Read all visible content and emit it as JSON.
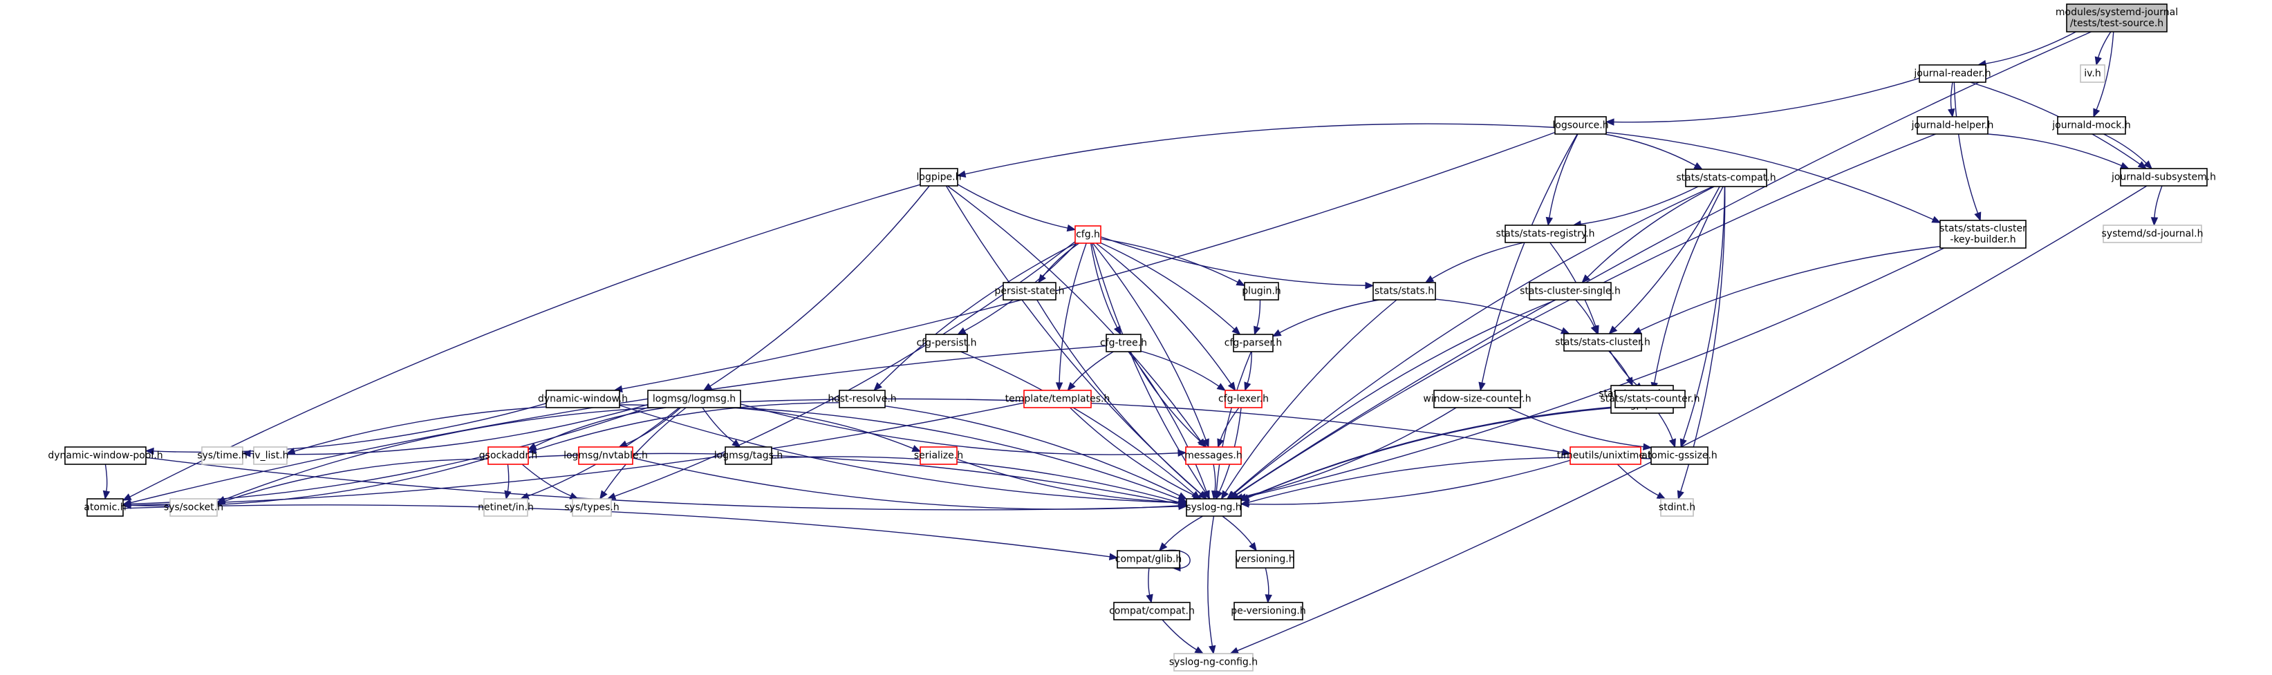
{
  "title": "modules/systemd-journal/tests/test-source.h include dependency graph",
  "legend": {
    "root_fill": "#bfbfbf",
    "normal_border": "#000000",
    "truncated_border": "#ff0000",
    "external_border": "#bfbfbf",
    "edge_color": "#191970"
  },
  "nodes": [
    {
      "id": "test_source",
      "label": [
        "modules/systemd-journal",
        "/tests/test-source.h"
      ],
      "kind": "root"
    },
    {
      "id": "journal_reader",
      "label": [
        "journal-reader.h"
      ],
      "kind": "normal"
    },
    {
      "id": "iv",
      "label": [
        "iv.h"
      ],
      "kind": "external"
    },
    {
      "id": "logsource",
      "label": [
        "logsource.h"
      ],
      "kind": "normal"
    },
    {
      "id": "journald_helper",
      "label": [
        "journald-helper.h"
      ],
      "kind": "normal"
    },
    {
      "id": "journald_mock",
      "label": [
        "journald-mock.h"
      ],
      "kind": "normal"
    },
    {
      "id": "logpipe",
      "label": [
        "logpipe.h"
      ],
      "kind": "normal"
    },
    {
      "id": "stats_compat",
      "label": [
        "stats/stats-compat.h"
      ],
      "kind": "normal"
    },
    {
      "id": "journald_subsystem",
      "label": [
        "journald-subsystem.h"
      ],
      "kind": "normal"
    },
    {
      "id": "cfg",
      "label": [
        "cfg.h"
      ],
      "kind": "truncated"
    },
    {
      "id": "stats_registry",
      "label": [
        "stats/stats-registry.h"
      ],
      "kind": "normal"
    },
    {
      "id": "stats_cluster_key_builder",
      "label": [
        "stats/stats-cluster",
        "-key-builder.h"
      ],
      "kind": "normal"
    },
    {
      "id": "sd_journal",
      "label": [
        "systemd/sd-journal.h"
      ],
      "kind": "external"
    },
    {
      "id": "persist_state",
      "label": [
        "persist-state.h"
      ],
      "kind": "normal"
    },
    {
      "id": "plugin",
      "label": [
        "plugin.h"
      ],
      "kind": "normal"
    },
    {
      "id": "stats_stats",
      "label": [
        "stats/stats.h"
      ],
      "kind": "normal"
    },
    {
      "id": "stats_cluster_single",
      "label": [
        "stats-cluster-single.h"
      ],
      "kind": "normal"
    },
    {
      "id": "cfg_persist",
      "label": [
        "cfg-persist.h"
      ],
      "kind": "normal"
    },
    {
      "id": "cfg_tree",
      "label": [
        "cfg-tree.h"
      ],
      "kind": "normal"
    },
    {
      "id": "cfg_parser",
      "label": [
        "cfg-parser.h"
      ],
      "kind": "normal"
    },
    {
      "id": "stats_cluster",
      "label": [
        "stats/stats-cluster.h"
      ],
      "kind": "normal"
    },
    {
      "id": "dynamic_window",
      "label": [
        "dynamic-window.h"
      ],
      "kind": "normal"
    },
    {
      "id": "logmsg",
      "label": [
        "logmsg/logmsg.h"
      ],
      "kind": "normal"
    },
    {
      "id": "host_resolve",
      "label": [
        "host-resolve.h"
      ],
      "kind": "normal"
    },
    {
      "id": "templates",
      "label": [
        "template/templates.h"
      ],
      "kind": "truncated"
    },
    {
      "id": "cfg_lexer",
      "label": [
        "cfg-lexer.h"
      ],
      "kind": "truncated"
    },
    {
      "id": "window_size_counter",
      "label": [
        "window-size-counter.h"
      ],
      "kind": "normal"
    },
    {
      "id": "stats_cluster_logpipe",
      "label": [
        "stats/stats-cluster",
        "-logpipe.h"
      ],
      "kind": "normal"
    },
    {
      "id": "stats_counter",
      "label": [
        "stats/stats-counter.h"
      ],
      "kind": "normal"
    },
    {
      "id": "dynamic_window_pool",
      "label": [
        "dynamic-window-pool.h"
      ],
      "kind": "normal"
    },
    {
      "id": "sys_time",
      "label": [
        "sys/time.h"
      ],
      "kind": "external"
    },
    {
      "id": "iv_list",
      "label": [
        "iv_list.h"
      ],
      "kind": "external"
    },
    {
      "id": "gsockaddr",
      "label": [
        "gsockaddr.h"
      ],
      "kind": "truncated"
    },
    {
      "id": "nvtable",
      "label": [
        "logmsg/nvtable.h"
      ],
      "kind": "truncated"
    },
    {
      "id": "tags",
      "label": [
        "logmsg/tags.h"
      ],
      "kind": "normal"
    },
    {
      "id": "serialize",
      "label": [
        "serialize.h"
      ],
      "kind": "truncated"
    },
    {
      "id": "messages",
      "label": [
        "messages.h"
      ],
      "kind": "truncated"
    },
    {
      "id": "unixtime",
      "label": [
        "timeutils/unixtime.h"
      ],
      "kind": "truncated"
    },
    {
      "id": "atomic_gssize",
      "label": [
        "atomic-gssize.h"
      ],
      "kind": "normal"
    },
    {
      "id": "atomic",
      "label": [
        "atomic.h"
      ],
      "kind": "normal"
    },
    {
      "id": "sys_socket",
      "label": [
        "sys/socket.h"
      ],
      "kind": "external"
    },
    {
      "id": "netinet_in",
      "label": [
        "netinet/in.h"
      ],
      "kind": "external"
    },
    {
      "id": "sys_types",
      "label": [
        "sys/types.h"
      ],
      "kind": "external"
    },
    {
      "id": "syslog_ng",
      "label": [
        "syslog-ng.h"
      ],
      "kind": "normal"
    },
    {
      "id": "stdint",
      "label": [
        "stdint.h"
      ],
      "kind": "external"
    },
    {
      "id": "compat_glib",
      "label": [
        "compat/glib.h"
      ],
      "kind": "normal"
    },
    {
      "id": "versioning",
      "label": [
        "versioning.h"
      ],
      "kind": "normal"
    },
    {
      "id": "compat_compat",
      "label": [
        "compat/compat.h"
      ],
      "kind": "normal"
    },
    {
      "id": "pe_versioning",
      "label": [
        "pe-versioning.h"
      ],
      "kind": "normal"
    },
    {
      "id": "syslog_ng_config",
      "label": [
        "syslog-ng-config.h"
      ],
      "kind": "external"
    }
  ],
  "edges": [
    [
      "test_source",
      "journal_reader"
    ],
    [
      "test_source",
      "iv"
    ],
    [
      "test_source",
      "journald_mock"
    ],
    [
      "test_source",
      "syslog_ng"
    ],
    [
      "journal_reader",
      "logsource"
    ],
    [
      "journal_reader",
      "journald_helper"
    ],
    [
      "journal_reader",
      "journald_subsystem"
    ],
    [
      "journal_reader",
      "stats_cluster_key_builder"
    ],
    [
      "journald_helper",
      "journald_subsystem"
    ],
    [
      "journald_helper",
      "syslog_ng"
    ],
    [
      "journald_mock",
      "journald_subsystem"
    ],
    [
      "journald_subsystem",
      "sd_journal"
    ],
    [
      "journald_subsystem",
      "syslog_ng_config"
    ],
    [
      "logsource",
      "logpipe"
    ],
    [
      "logsource",
      "stats_compat"
    ],
    [
      "logsource",
      "stats_registry"
    ],
    [
      "logsource",
      "stats_cluster_key_builder"
    ],
    [
      "logsource",
      "window_size_counter"
    ],
    [
      "logsource",
      "dynamic_window"
    ],
    [
      "logpipe",
      "cfg"
    ],
    [
      "logpipe",
      "logmsg"
    ],
    [
      "logpipe",
      "atomic"
    ],
    [
      "logpipe",
      "messages"
    ],
    [
      "logpipe",
      "syslog_ng"
    ],
    [
      "stats_compat",
      "stats_registry"
    ],
    [
      "stats_compat",
      "stats_cluster_single"
    ],
    [
      "stats_compat",
      "stats_cluster"
    ],
    [
      "stats_compat",
      "stats_counter"
    ],
    [
      "stats_compat",
      "atomic_gssize"
    ],
    [
      "stats_compat",
      "syslog_ng"
    ],
    [
      "stats_compat",
      "stdint"
    ],
    [
      "stats_registry",
      "stats_stats"
    ],
    [
      "stats_registry",
      "stats_cluster"
    ],
    [
      "stats_cluster_key_builder",
      "stats_cluster"
    ],
    [
      "stats_cluster_key_builder",
      "syslog_ng"
    ],
    [
      "cfg",
      "persist_state"
    ],
    [
      "cfg",
      "plugin"
    ],
    [
      "cfg",
      "stats_stats"
    ],
    [
      "cfg",
      "cfg_persist"
    ],
    [
      "cfg",
      "cfg_tree"
    ],
    [
      "cfg",
      "cfg_parser"
    ],
    [
      "cfg",
      "templates"
    ],
    [
      "cfg",
      "cfg_lexer"
    ],
    [
      "cfg",
      "host_resolve"
    ],
    [
      "cfg",
      "messages"
    ],
    [
      "cfg",
      "syslog_ng"
    ],
    [
      "cfg",
      "sys_types"
    ],
    [
      "persist_state",
      "syslog_ng"
    ],
    [
      "plugin",
      "cfg_parser"
    ],
    [
      "stats_stats",
      "cfg_parser"
    ],
    [
      "stats_stats",
      "stats_cluster"
    ],
    [
      "stats_stats",
      "syslog_ng"
    ],
    [
      "stats_cluster_single",
      "stats_cluster"
    ],
    [
      "stats_cluster_single",
      "syslog_ng"
    ],
    [
      "cfg_persist",
      "syslog_ng"
    ],
    [
      "cfg_tree",
      "templates"
    ],
    [
      "cfg_tree",
      "cfg_lexer"
    ],
    [
      "cfg_tree",
      "messages"
    ],
    [
      "cfg_tree",
      "syslog_ng"
    ],
    [
      "cfg_tree",
      "atomic"
    ],
    [
      "cfg_parser",
      "cfg_lexer"
    ],
    [
      "cfg_parser",
      "syslog_ng"
    ],
    [
      "stats_cluster",
      "stats_cluster_logpipe"
    ],
    [
      "stats_cluster",
      "stats_counter"
    ],
    [
      "dynamic_window",
      "dynamic_window_pool"
    ],
    [
      "dynamic_window",
      "syslog_ng"
    ],
    [
      "logmsg",
      "nvtable"
    ],
    [
      "logmsg",
      "tags"
    ],
    [
      "logmsg",
      "serialize"
    ],
    [
      "logmsg",
      "gsockaddr"
    ],
    [
      "logmsg",
      "sys_time"
    ],
    [
      "logmsg",
      "iv_list"
    ],
    [
      "logmsg",
      "atomic"
    ],
    [
      "logmsg",
      "sys_socket"
    ],
    [
      "logmsg",
      "netinet_in"
    ],
    [
      "logmsg",
      "sys_types"
    ],
    [
      "logmsg",
      "unixtime"
    ],
    [
      "logmsg",
      "messages"
    ],
    [
      "logmsg",
      "syslog_ng"
    ],
    [
      "host_resolve",
      "gsockaddr"
    ],
    [
      "host_resolve",
      "syslog_ng"
    ],
    [
      "templates",
      "syslog_ng"
    ],
    [
      "templates",
      "atomic"
    ],
    [
      "cfg_lexer",
      "messages"
    ],
    [
      "cfg_lexer",
      "syslog_ng"
    ],
    [
      "window_size_counter",
      "atomic_gssize"
    ],
    [
      "window_size_counter",
      "syslog_ng"
    ],
    [
      "stats_cluster_logpipe",
      "syslog_ng"
    ],
    [
      "stats_counter",
      "atomic_gssize"
    ],
    [
      "stats_counter",
      "syslog_ng"
    ],
    [
      "dynamic_window_pool",
      "atomic"
    ],
    [
      "dynamic_window_pool",
      "syslog_ng"
    ],
    [
      "gsockaddr",
      "atomic"
    ],
    [
      "gsockaddr",
      "sys_socket"
    ],
    [
      "gsockaddr",
      "netinet_in"
    ],
    [
      "gsockaddr",
      "sys_types"
    ],
    [
      "gsockaddr",
      "syslog_ng"
    ],
    [
      "nvtable",
      "syslog_ng"
    ],
    [
      "tags",
      "syslog_ng"
    ],
    [
      "serialize",
      "syslog_ng"
    ],
    [
      "messages",
      "syslog_ng"
    ],
    [
      "unixtime",
      "stdint"
    ],
    [
      "unixtime",
      "syslog_ng"
    ],
    [
      "atomic_gssize",
      "syslog_ng"
    ],
    [
      "atomic",
      "compat_glib"
    ],
    [
      "syslog_ng",
      "compat_glib"
    ],
    [
      "syslog_ng",
      "versioning"
    ],
    [
      "syslog_ng",
      "syslog_ng_config"
    ],
    [
      "compat_glib",
      "compat_glib"
    ],
    [
      "compat_glib",
      "compat_compat"
    ],
    [
      "versioning",
      "pe_versioning"
    ],
    [
      "compat_compat",
      "syslog_ng_config"
    ]
  ]
}
